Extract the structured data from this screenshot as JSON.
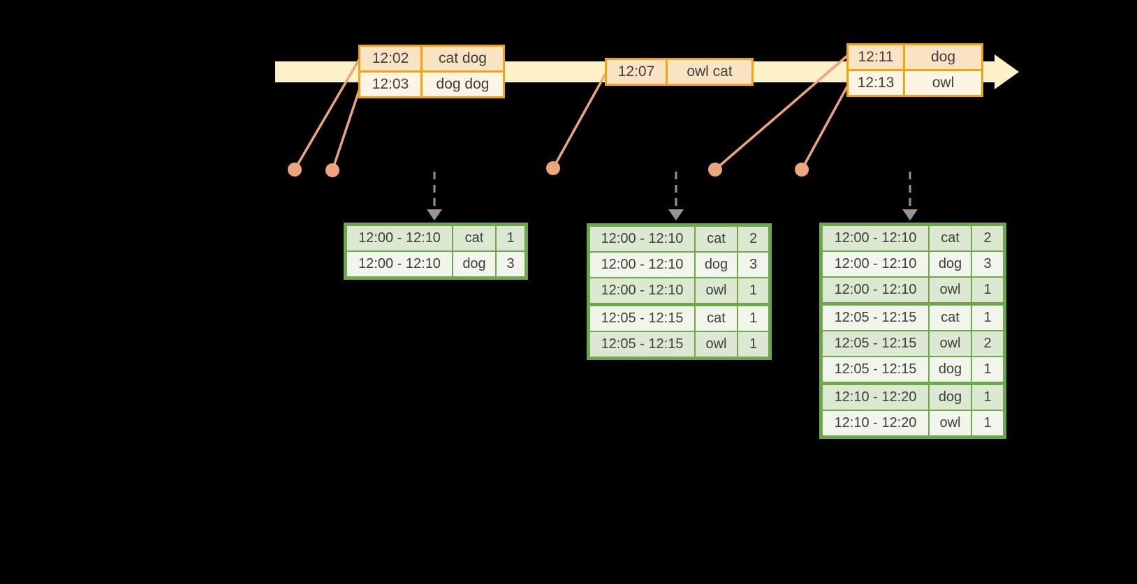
{
  "diagram": {
    "kind": "event-time windowed word-count streaming diagram",
    "background_color": "#000000"
  },
  "colors": {
    "timeline_fill": "#fcf1c9",
    "event_table_border": "#f1a40e",
    "event_row_peach": "#fae3c2",
    "event_row_cream": "#fdf4e3",
    "event_marker": "#eca67c",
    "result_table_border": "#6fa84c",
    "result_row_tint": "#dce8d1",
    "result_row_light": "#f1f5eb",
    "trigger_arrow_gray": "#969696",
    "text": "#3e3e3e"
  },
  "icons": {
    "timeline_arrowhead": "right-arrowhead",
    "event_marker": "filled-dot",
    "result_arrow": "dashed-down-arrow"
  },
  "event_tables": [
    {
      "rows": [
        {
          "time": "12:02",
          "words": "cat dog"
        },
        {
          "time": "12:03",
          "words": "dog dog"
        }
      ]
    },
    {
      "rows": [
        {
          "time": "12:07",
          "words": "owl cat"
        }
      ]
    },
    {
      "rows": [
        {
          "time": "12:11",
          "words": "dog"
        },
        {
          "time": "12:13",
          "words": "owl"
        }
      ]
    }
  ],
  "result_tables": [
    {
      "rows": [
        {
          "window": "12:00 - 12:10",
          "word": "cat",
          "count": 1
        },
        {
          "window": "12:00 - 12:10",
          "word": "dog",
          "count": 3
        }
      ]
    },
    {
      "rows": [
        {
          "window": "12:00 - 12:10",
          "word": "cat",
          "count": 2
        },
        {
          "window": "12:00 - 12:10",
          "word": "dog",
          "count": 3
        },
        {
          "window": "12:00 - 12:10",
          "word": "owl",
          "count": 1
        },
        {
          "window": "12:05 - 12:15",
          "word": "cat",
          "count": 1
        },
        {
          "window": "12:05 - 12:15",
          "word": "owl",
          "count": 1
        }
      ]
    },
    {
      "rows": [
        {
          "window": "12:00 - 12:10",
          "word": "cat",
          "count": 2
        },
        {
          "window": "12:00 - 12:10",
          "word": "dog",
          "count": 3
        },
        {
          "window": "12:00 - 12:10",
          "word": "owl",
          "count": 1
        },
        {
          "window": "12:05 - 12:15",
          "word": "cat",
          "count": 1
        },
        {
          "window": "12:05 - 12:15",
          "word": "owl",
          "count": 2
        },
        {
          "window": "12:05 - 12:15",
          "word": "dog",
          "count": 1
        },
        {
          "window": "12:10 - 12:20",
          "word": "dog",
          "count": 1
        },
        {
          "window": "12:10 - 12:20",
          "word": "owl",
          "count": 1
        }
      ]
    }
  ]
}
